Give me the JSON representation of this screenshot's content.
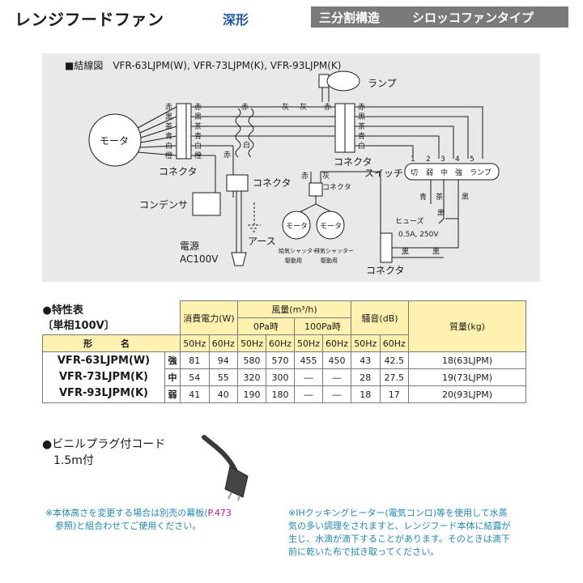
{
  "header": {
    "title": "レンジフードファン",
    "subtitle": "深形",
    "tag_left": "三分割構造",
    "tag_right": "シロッコファンタイプ"
  },
  "diagram": {
    "heading": "■結線図　VFR-63LJPM(W), VFR-73LJPM(K), VFR-93LJPM(K)",
    "motor": "モータ",
    "connector": "コネクタ",
    "condenser": "コンデンサ",
    "power": "電源",
    "power_ac": "AC100V",
    "earth": "アース",
    "lamp": "ランプ",
    "switch": "スイッチ",
    "fuse": "ヒューズ",
    "fuse_rating": "0.5A, 250V",
    "sub_motor": "モータ",
    "supply_shutter": "給気シャッター",
    "exhaust_shutter": "排気シャッター",
    "drive": "駆動用",
    "wire_red": "赤",
    "wire_black": "黒",
    "wire_brown": "茶",
    "wire_blue": "青",
    "wire_white": "白",
    "wire_orange": "橙",
    "wire_gray": "灰",
    "switch_numbers": [
      "1",
      "2",
      "3",
      "4",
      "5"
    ],
    "switch_labels": [
      "切",
      "弱",
      "中",
      "強",
      "ランプ"
    ]
  },
  "spec": {
    "title": "●特性表",
    "subtitle": "〔単相100V〕",
    "col_model": "形　名",
    "col_power": "消費電力(W)",
    "col_air": "風量(m³/h)",
    "col_air_0": "0Pa時",
    "col_air_100": "100Pa時",
    "col_noise": "騒音(dB)",
    "col_weight": "質量(kg)",
    "hz": [
      "50Hz",
      "60Hz",
      "50Hz",
      "60Hz",
      "50Hz",
      "60Hz",
      "50Hz",
      "60Hz"
    ],
    "models": [
      "VFR-63LJPM(W)",
      "VFR-73LJPM(K)",
      "VFR-93LJPM(K)"
    ],
    "rows": [
      {
        "mode": "強",
        "values": [
          "81",
          "94",
          "580",
          "570",
          "455",
          "450",
          "43",
          "42.5"
        ],
        "weight": "18(63LJPM)"
      },
      {
        "mode": "中",
        "values": [
          "54",
          "55",
          "320",
          "300",
          "―",
          "―",
          "28",
          "27.5"
        ],
        "weight": "19(73LJPM)"
      },
      {
        "mode": "弱",
        "values": [
          "41",
          "40",
          "190",
          "180",
          "―",
          "―",
          "18",
          "17"
        ],
        "weight": "20(93LJPM)"
      }
    ]
  },
  "cord": {
    "label": "●ビニルプラグ付コード",
    "length": "1.5m付"
  },
  "notes": {
    "note1_a": "※本体高さを変更する場合は別売の幕板(",
    "note1_page": "P.473",
    "note1_b": "参照)と組合わせてご使用ください。",
    "note2": "※IHクッキングヒーター(電気コンロ)等を使用して水蒸気の多い調理をされますと、レンジフード本体に結露が生じ、水滴が滴下することがあります。そのときは滴下前に乾いた布で拭き取ってください。"
  },
  "colors": {
    "subtitle": "#1b57a5",
    "tag_bg": "#7a7a7a",
    "diagram_bg": "#e9e9e9",
    "table_highlight": "#fff2b0",
    "note_text": "#1f88b5",
    "page_ref": "#c8168a"
  }
}
